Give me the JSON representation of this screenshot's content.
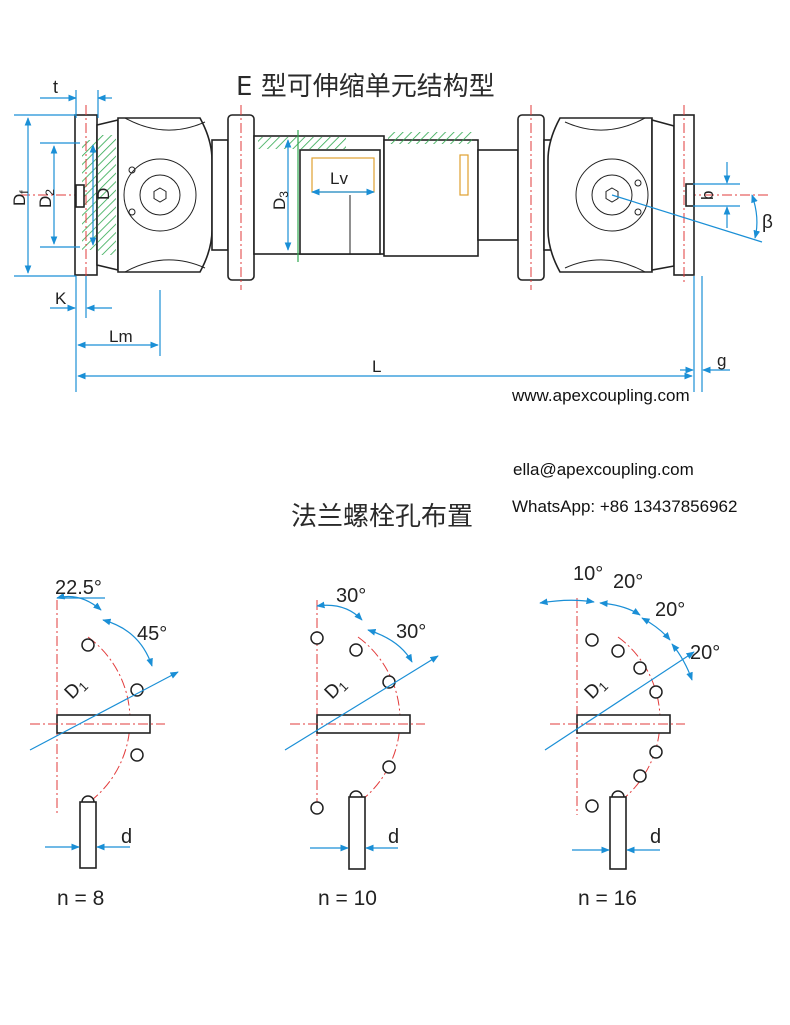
{
  "main_title": "E 型可伸缩单元结构型",
  "website": "www.apexcoupling.com",
  "email": "ella@apexcoupling.com",
  "whatsapp": "WhatsApp: +86 13437856962",
  "layout_title": "法兰螺栓孔布置",
  "dimensions": {
    "t": "t",
    "Df": "D",
    "Df_sub": "f",
    "D2": "D",
    "D2_sub": "2",
    "D": "D",
    "D3": "D",
    "D3_sub": "3",
    "Lv": "Lv",
    "b": "b",
    "beta": "β",
    "K": "K",
    "Lm": "Lm",
    "L": "L",
    "g": "g"
  },
  "patterns": [
    {
      "n_label": "n = 8",
      "angles": [
        "22.5°",
        "45°"
      ],
      "D1": "D",
      "D1_sub": "1",
      "d": "d"
    },
    {
      "n_label": "n = 10",
      "angles": [
        "30°",
        "30°"
      ],
      "D1": "D",
      "D1_sub": "1",
      "d": "d"
    },
    {
      "n_label": "n = 16",
      "angles": [
        "10°",
        "20°",
        "20°",
        "20°"
      ],
      "D1": "D",
      "D1_sub": "1",
      "d": "d"
    }
  ],
  "colors": {
    "dimension": "#1a8fd6",
    "centerline": "#e23b3b",
    "hatch": "#2fa84f",
    "outline": "#222222",
    "highlight": "#e0a030"
  }
}
